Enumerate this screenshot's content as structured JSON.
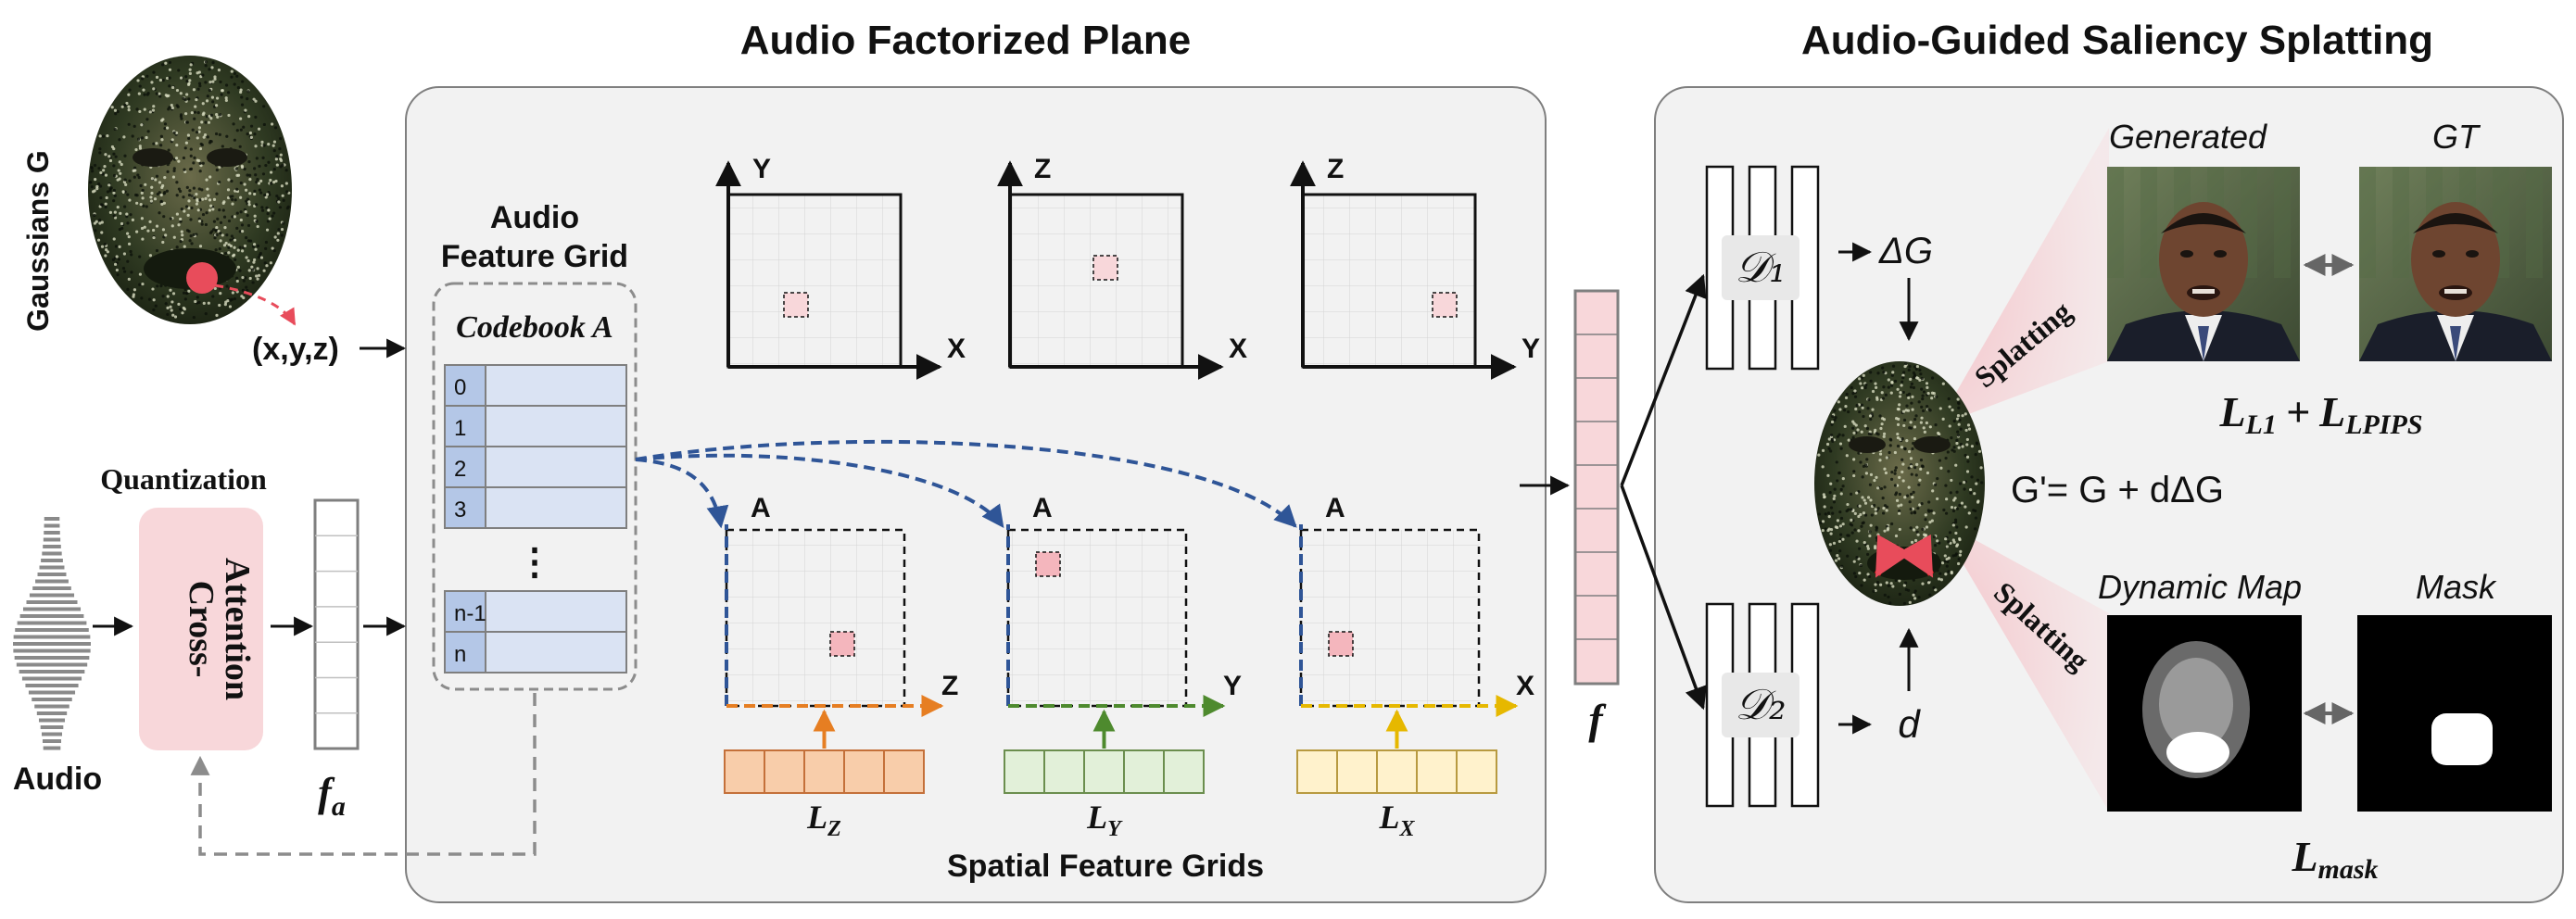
{
  "titles": {
    "left_panel": "Audio Factorized Plane",
    "right_panel": "Audio-Guided Saliency Splatting"
  },
  "gaussians": {
    "label": "Gaussians G",
    "point_label": "(x,y,z)"
  },
  "audio": {
    "label": "Audio",
    "quantization": "Quantization",
    "cross_attention_line1": "Cross-",
    "cross_attention_line2": "Attention",
    "fa_label": "f",
    "fa_sub": "a"
  },
  "feature_grid": {
    "title_line1": "Audio",
    "title_line2": "Feature Grid",
    "codebook_label": "Codebook A",
    "rows": [
      "0",
      "1",
      "2",
      "3",
      "n-1",
      "n"
    ],
    "ellipsis": "⋮"
  },
  "planes": [
    {
      "v": "Y",
      "h": "X"
    },
    {
      "v": "Z",
      "h": "X"
    },
    {
      "v": "Z",
      "h": "Y"
    }
  ],
  "audio_planes": [
    {
      "v": "A",
      "h": "Z"
    },
    {
      "v": "A",
      "h": "Y"
    },
    {
      "v": "A",
      "h": "X"
    }
  ],
  "lines": [
    {
      "label": "L",
      "sub": "Z",
      "fill": "#f8cdaa",
      "stroke": "#c4703a",
      "arrow": "#e67e22"
    },
    {
      "label": "L",
      "sub": "Y",
      "fill": "#e2f0d9",
      "stroke": "#6b8e4e",
      "arrow": "#4e8a2e"
    },
    {
      "label": "L",
      "sub": "X",
      "fill": "#fff2cc",
      "stroke": "#b89a40",
      "arrow": "#e6b800"
    }
  ],
  "spatial_label": "Spatial Feature Grids",
  "feature_f": "f",
  "decoders": {
    "d1": "𝒟₁",
    "d2": "𝒟₂",
    "delta_g": "ΔG",
    "d": "d"
  },
  "equation": "G'= G + dΔG",
  "splatting": "Splatting",
  "images": {
    "generated": "Generated",
    "gt": "GT",
    "dynamic_map": "Dynamic Map",
    "mask": "Mask"
  },
  "losses": {
    "l1_main": "L",
    "l1_sub": "L1",
    "plus": "+",
    "lpips_main": "L",
    "lpips_sub": "LPIPS",
    "mask_main": "L",
    "mask_sub": "mask"
  },
  "colors": {
    "panel_bg": "#f2f2f2",
    "codebook_cell": "#dae3f3",
    "pink": "#f8d7da",
    "blue_arrow": "#2f5597",
    "gray_arrow": "#8c8c8c",
    "red": "#e84c5b"
  }
}
